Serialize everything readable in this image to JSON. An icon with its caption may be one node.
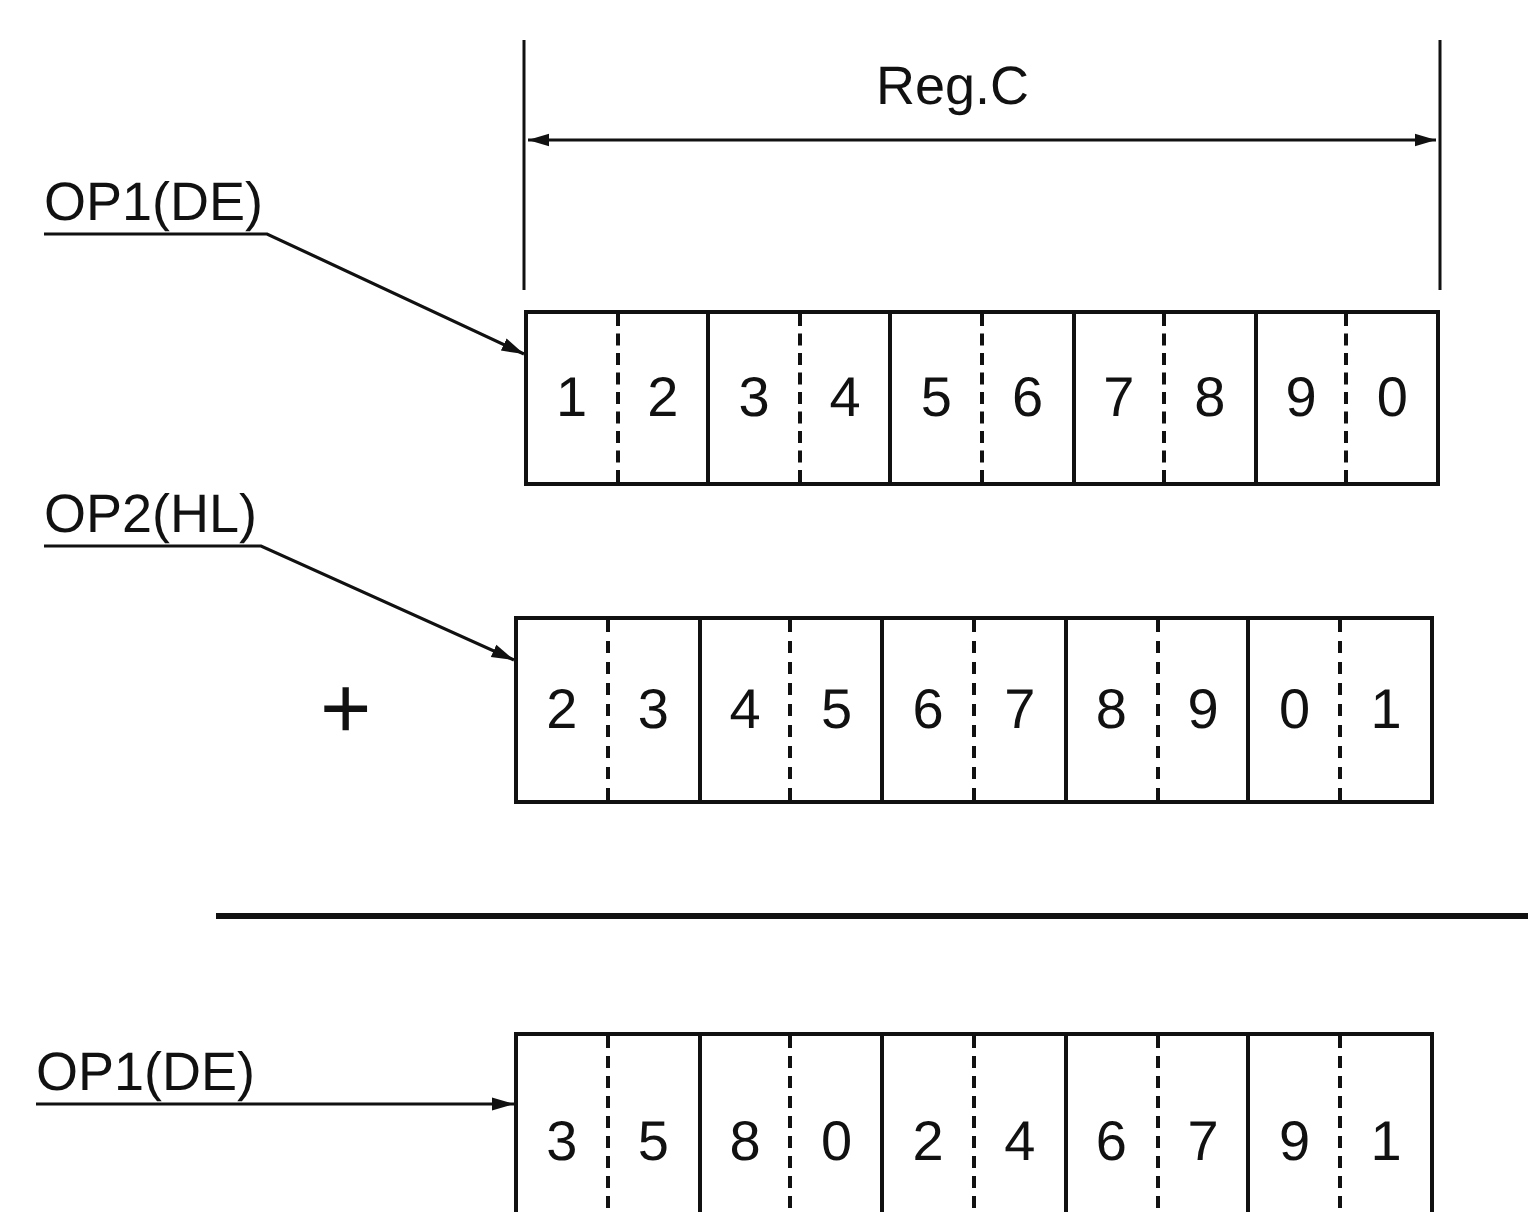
{
  "diagram": {
    "nodes": [
      {
        "text": [
          "OP1(DE)"
        ]
      },
      {
        "text": [
          "1",
          "2",
          "3",
          "4",
          "5",
          "6",
          "7",
          "8",
          "9",
          "0"
        ]
      },
      {
        "text": [
          "OP2(HL)"
        ]
      },
      {
        "text": [
          "2",
          "3",
          "4",
          "5",
          "6",
          "7",
          "8",
          "9",
          "0",
          "1"
        ]
      },
      {
        "text": [
          "OP1(DE)"
        ]
      },
      {
        "text": [
          "3",
          "5",
          "8",
          "0",
          "2",
          "4",
          "6",
          "7",
          "9",
          "1"
        ]
      }
    ],
    "edges": [
      {
        "from": 0,
        "to": 1,
        "arrow": "to"
      },
      {
        "from": 2,
        "to": 3,
        "arrow": "to"
      },
      {
        "from": 4,
        "to": 5,
        "arrow": "to"
      }
    ],
    "labels": [
      "Reg.C",
      "+"
    ]
  }
}
